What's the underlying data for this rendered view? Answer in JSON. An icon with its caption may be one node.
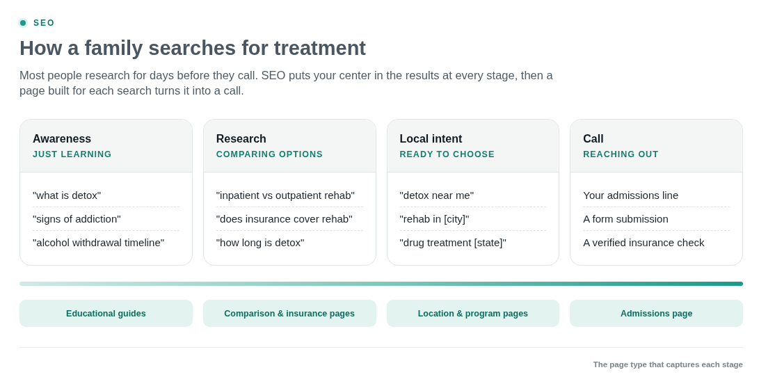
{
  "diagram": {
    "title": "How a family searches for treatment",
    "nodes": [
      {
        "text": [
          "Awareness",
          "JUST LEARNING",
          "\"what is detox\"",
          "\"signs of addiction\"",
          "\"alcohol withdrawal timeline\""
        ]
      },
      {
        "text": [
          "Research",
          "COMPARING OPTIONS",
          "\"inpatient vs outpatient rehab\"",
          "\"does insurance cover rehab\"",
          "\"how long is detox\""
        ]
      },
      {
        "text": [
          "Local intent",
          "READY TO CHOOSE",
          "\"detox near me\"",
          "\"rehab in [city]\"",
          "\"drug treatment [state]\""
        ]
      },
      {
        "text": [
          "Call",
          "REACHING OUT",
          "Your admissions line",
          "A form submission",
          "A verified insurance check"
        ]
      },
      {
        "text": [
          "Educational guides"
        ]
      },
      {
        "text": [
          "Comparison & insurance pages"
        ]
      },
      {
        "text": [
          "Location & program pages"
        ]
      },
      {
        "text": [
          "Admissions page"
        ]
      }
    ],
    "labels": [
      "SEO",
      "Most people research for days before they call. SEO puts your center in the results at every stage, then a page built for each search turns it into a call.",
      "The page type that captures each stage"
    ]
  }
}
